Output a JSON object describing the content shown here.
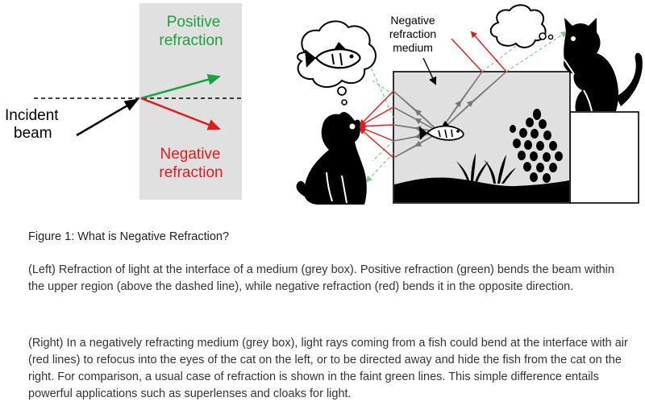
{
  "diagram": {
    "left_panel": {
      "incident_label_line1": "Incident",
      "incident_label_line2": "beam",
      "positive_label_line1": "Positive",
      "positive_label_line2": "refraction",
      "negative_label_line1": "Negative",
      "negative_label_line2": "refraction"
    },
    "right_panel": {
      "medium_label_line1": "Negative",
      "medium_label_line2": "refraction",
      "medium_label_line3": "medium"
    },
    "colors": {
      "positive": "#1aa33c",
      "negative": "#e11b1b",
      "medium_grey": "#e0e0e0",
      "ray_grey": "#777777",
      "faint_green": "#7fc98d"
    }
  },
  "caption": {
    "title": "Figure 1: What is Negative Refraction?",
    "left_paragraph": "(Left) Refraction of light at the interface of a medium (grey box). Positive refraction (green) bends the beam within the upper region (above the dashed line), while negative refraction (red) bends it in the opposite direction.",
    "right_paragraph": "(Right) In a negatively refracting medium (grey box), light rays coming from a fish could bend at the interface with air (red lines) to refocus into the eyes of the cat on the left, or to be directed away and hide the fish from the cat on the right. For comparison, a usual case of refraction is shown in the faint green lines. This simple difference entails powerful applications such as superlenses and cloaks for light."
  }
}
